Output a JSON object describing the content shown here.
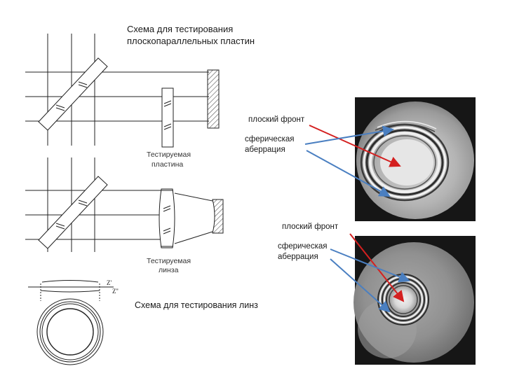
{
  "labels": {
    "title_line1": "Схема для тестирования",
    "title_line2": "плоскопараллельных пластин",
    "plate_line1": "Тестируемая",
    "plate_line2": "пластина",
    "lens_line1": "Тестируемая",
    "lens_line2": "линза",
    "flat_front_1": "плоский фронт",
    "spherical_1_line1": "сферическая",
    "spherical_1_line2": "аберрация",
    "flat_front_2": "плоский фронт",
    "spherical_2_line1": "сферическая",
    "spherical_2_line2": "аберрация",
    "lens_scheme_title": "Схема для тестирования линз",
    "z_prime": "Z'",
    "z_double_prime": "Z''"
  },
  "colors": {
    "flat_front_arrow": "#d42020",
    "aberration_arrow": "#4a7fc1",
    "line_art": "#222222",
    "hatch": "#555555"
  }
}
